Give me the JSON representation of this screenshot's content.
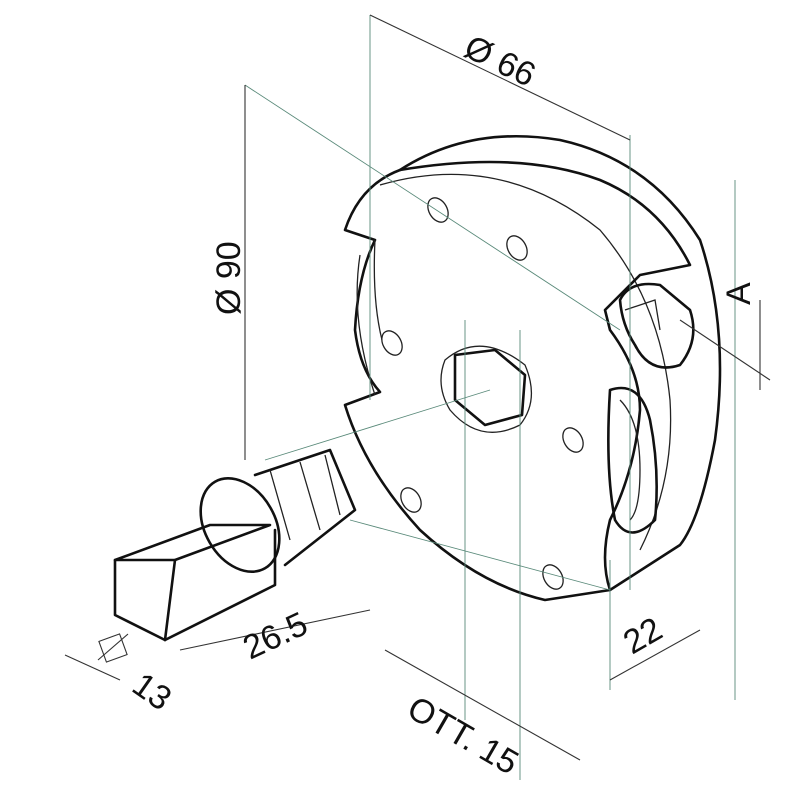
{
  "drawing": {
    "dimensions": {
      "outer_diameter": "Ø 66",
      "flange_diameter": "Ø 90",
      "detail_marker": "A",
      "width": "22",
      "shaft_length": "26.5",
      "square_size": "13",
      "hex_size": "OTT. 15"
    }
  }
}
